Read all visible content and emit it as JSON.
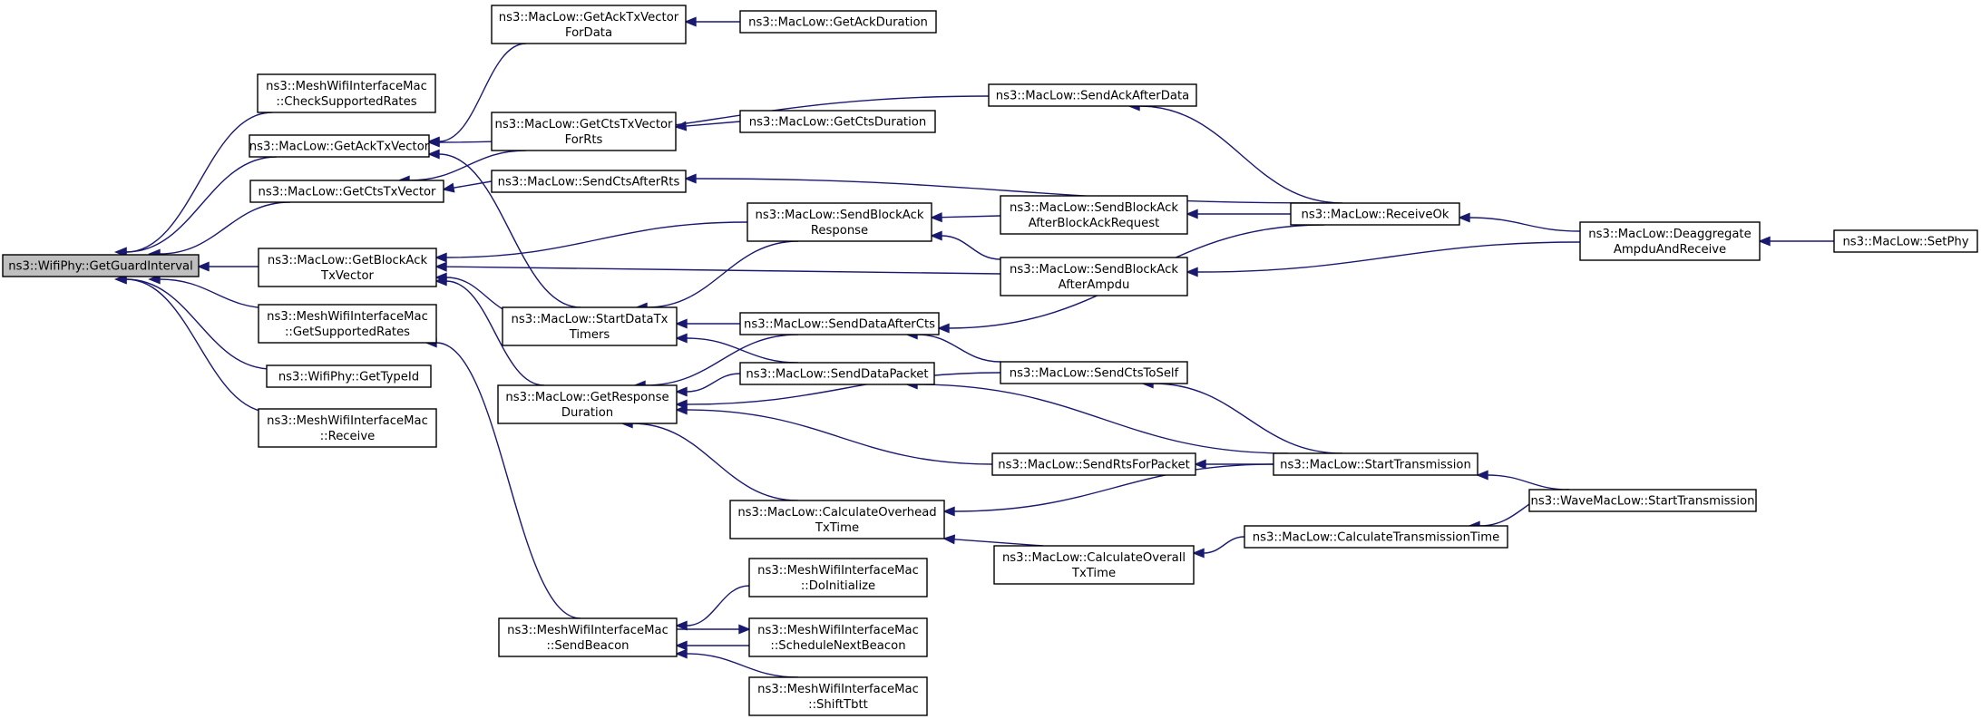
{
  "graph": {
    "arrow_color": "#191970",
    "root_fill": "#bfbfbf",
    "nodes": [
      {
        "id": "root",
        "label": [
          "ns3::WifiPhy::GetGuardInterval"
        ],
        "root": true
      },
      {
        "id": "checkRates",
        "label": [
          "ns3::MeshWifiInterfaceMac",
          "::CheckSupportedRates"
        ]
      },
      {
        "id": "getAckTx",
        "label": [
          "ns3::MacLow::GetAckTxVector"
        ]
      },
      {
        "id": "getCtsTx",
        "label": [
          "ns3::MacLow::GetCtsTxVector"
        ]
      },
      {
        "id": "getBlockAckTx",
        "label": [
          "ns3::MacLow::GetBlockAck",
          "TxVector"
        ]
      },
      {
        "id": "getSuppRates",
        "label": [
          "ns3::MeshWifiInterfaceMac",
          "::GetSupportedRates"
        ]
      },
      {
        "id": "getTypeId",
        "label": [
          "ns3::WifiPhy::GetTypeId"
        ]
      },
      {
        "id": "meshReceive",
        "label": [
          "ns3::MeshWifiInterfaceMac",
          "::Receive"
        ]
      },
      {
        "id": "getAckTxForData",
        "label": [
          "ns3::MacLow::GetAckTxVector",
          "ForData"
        ]
      },
      {
        "id": "getCtsTxForRts",
        "label": [
          "ns3::MacLow::GetCtsTxVector",
          "ForRts"
        ]
      },
      {
        "id": "sendCtsAfterRts",
        "label": [
          "ns3::MacLow::SendCtsAfterRts"
        ]
      },
      {
        "id": "startDataTxTimers",
        "label": [
          "ns3::MacLow::StartDataTx",
          "Timers"
        ]
      },
      {
        "id": "getResponseDuration",
        "label": [
          "ns3::MacLow::GetResponse",
          "Duration"
        ]
      },
      {
        "id": "sendBeacon",
        "label": [
          "ns3::MeshWifiInterfaceMac",
          "::SendBeacon"
        ]
      },
      {
        "id": "getAckDuration",
        "label": [
          "ns3::MacLow::GetAckDuration"
        ]
      },
      {
        "id": "getCtsDuration",
        "label": [
          "ns3::MacLow::GetCtsDuration"
        ]
      },
      {
        "id": "sendBlockAckResponse",
        "label": [
          "ns3::MacLow::SendBlockAck",
          "Response"
        ]
      },
      {
        "id": "sendDataAfterCts",
        "label": [
          "ns3::MacLow::SendDataAfterCts"
        ]
      },
      {
        "id": "sendDataPacket",
        "label": [
          "ns3::MacLow::SendDataPacket"
        ]
      },
      {
        "id": "calcOverheadTx",
        "label": [
          "ns3::MacLow::CalculateOverhead",
          "TxTime"
        ]
      },
      {
        "id": "doInitialize",
        "label": [
          "ns3::MeshWifiInterfaceMac",
          "::DoInitialize"
        ]
      },
      {
        "id": "scheduleNextBeacon",
        "label": [
          "ns3::MeshWifiInterfaceMac",
          "::ScheduleNextBeacon"
        ]
      },
      {
        "id": "shiftTbtt",
        "label": [
          "ns3::MeshWifiInterfaceMac",
          "::ShiftTbtt"
        ]
      },
      {
        "id": "sendAckAfterData",
        "label": [
          "ns3::MacLow::SendAckAfterData"
        ]
      },
      {
        "id": "sendBlockAckAfterReq",
        "label": [
          "ns3::MacLow::SendBlockAck",
          "AfterBlockAckRequest"
        ]
      },
      {
        "id": "sendBlockAckAfterAmpdu",
        "label": [
          "ns3::MacLow::SendBlockAck",
          "AfterAmpdu"
        ]
      },
      {
        "id": "sendCtsToSelf",
        "label": [
          "ns3::MacLow::SendCtsToSelf"
        ]
      },
      {
        "id": "sendRtsForPacket",
        "label": [
          "ns3::MacLow::SendRtsForPacket"
        ]
      },
      {
        "id": "calcOverallTx",
        "label": [
          "ns3::MacLow::CalculateOverall",
          "TxTime"
        ]
      },
      {
        "id": "receiveOk",
        "label": [
          "ns3::MacLow::ReceiveOk"
        ]
      },
      {
        "id": "startTransmission",
        "label": [
          "ns3::MacLow::StartTransmission"
        ]
      },
      {
        "id": "calcTransmissionTime",
        "label": [
          "ns3::MacLow::CalculateTransmissionTime"
        ]
      },
      {
        "id": "deaggregate",
        "label": [
          "ns3::MacLow::Deaggregate",
          "AmpduAndReceive"
        ]
      },
      {
        "id": "waveStartTransmission",
        "label": [
          "ns3::WaveMacLow::StartTransmission"
        ]
      },
      {
        "id": "setPhy",
        "label": [
          "ns3::MacLow::SetPhy"
        ]
      }
    ],
    "edges": [
      {
        "from": "checkRates",
        "to": "root"
      },
      {
        "from": "getAckTx",
        "to": "root"
      },
      {
        "from": "getCtsTx",
        "to": "root"
      },
      {
        "from": "getBlockAckTx",
        "to": "root"
      },
      {
        "from": "getSuppRates",
        "to": "root"
      },
      {
        "from": "getTypeId",
        "to": "root"
      },
      {
        "from": "meshReceive",
        "to": "root"
      },
      {
        "from": "getAckTxForData",
        "to": "getAckTx"
      },
      {
        "from": "sendAckAfterData",
        "to": "getAckTx"
      },
      {
        "from": "startDataTxTimers",
        "to": "getAckTx"
      },
      {
        "from": "getCtsTxForRts",
        "to": "getCtsTx"
      },
      {
        "from": "sendCtsAfterRts",
        "to": "getCtsTx"
      },
      {
        "from": "sendBlockAckResponse",
        "to": "getBlockAckTx"
      },
      {
        "from": "sendBlockAckAfterAmpdu",
        "to": "getBlockAckTx"
      },
      {
        "from": "startDataTxTimers",
        "to": "getBlockAckTx"
      },
      {
        "from": "getResponseDuration",
        "to": "getBlockAckTx"
      },
      {
        "from": "sendBeacon",
        "to": "getSuppRates"
      },
      {
        "from": "getAckDuration",
        "to": "getAckTxForData"
      },
      {
        "from": "getCtsDuration",
        "to": "getCtsTxForRts"
      },
      {
        "from": "receiveOk",
        "to": "sendCtsAfterRts"
      },
      {
        "from": "sendBlockAckResponse",
        "to": "startDataTxTimers"
      },
      {
        "from": "sendDataAfterCts",
        "to": "startDataTxTimers"
      },
      {
        "from": "sendDataPacket",
        "to": "startDataTxTimers"
      },
      {
        "from": "sendDataAfterCts",
        "to": "getResponseDuration"
      },
      {
        "from": "sendDataPacket",
        "to": "getResponseDuration"
      },
      {
        "from": "sendCtsToSelf",
        "to": "getResponseDuration"
      },
      {
        "from": "sendRtsForPacket",
        "to": "getResponseDuration"
      },
      {
        "from": "calcOverheadTx",
        "to": "getResponseDuration"
      },
      {
        "from": "doInitialize",
        "to": "sendBeacon"
      },
      {
        "from": "scheduleNextBeacon",
        "to": "sendBeacon"
      },
      {
        "from": "shiftTbtt",
        "to": "sendBeacon"
      },
      {
        "from": "sendBeacon",
        "to": "scheduleNextBeacon"
      },
      {
        "from": "receiveOk",
        "to": "sendAckAfterData"
      },
      {
        "from": "sendBlockAckAfterReq",
        "to": "sendBlockAckResponse"
      },
      {
        "from": "sendBlockAckAfterAmpdu",
        "to": "sendBlockAckResponse"
      },
      {
        "from": "receiveOk",
        "to": "sendBlockAckAfterReq"
      },
      {
        "from": "deaggregate",
        "to": "sendBlockAckAfterAmpdu"
      },
      {
        "from": "receiveOk",
        "to": "sendDataAfterCts"
      },
      {
        "from": "sendCtsToSelf",
        "to": "sendDataAfterCts"
      },
      {
        "from": "startTransmission",
        "to": "sendDataPacket"
      },
      {
        "from": "startTransmission",
        "to": "sendCtsToSelf"
      },
      {
        "from": "startTransmission",
        "to": "sendRtsForPacket"
      },
      {
        "from": "startTransmission",
        "to": "calcOverheadTx"
      },
      {
        "from": "calcOverallTx",
        "to": "calcOverheadTx"
      },
      {
        "from": "calcTransmissionTime",
        "to": "calcOverallTx"
      },
      {
        "from": "deaggregate",
        "to": "receiveOk"
      },
      {
        "from": "waveStartTransmission",
        "to": "startTransmission"
      },
      {
        "from": "waveStartTransmission",
        "to": "calcTransmissionTime"
      },
      {
        "from": "setPhy",
        "to": "deaggregate"
      }
    ]
  }
}
